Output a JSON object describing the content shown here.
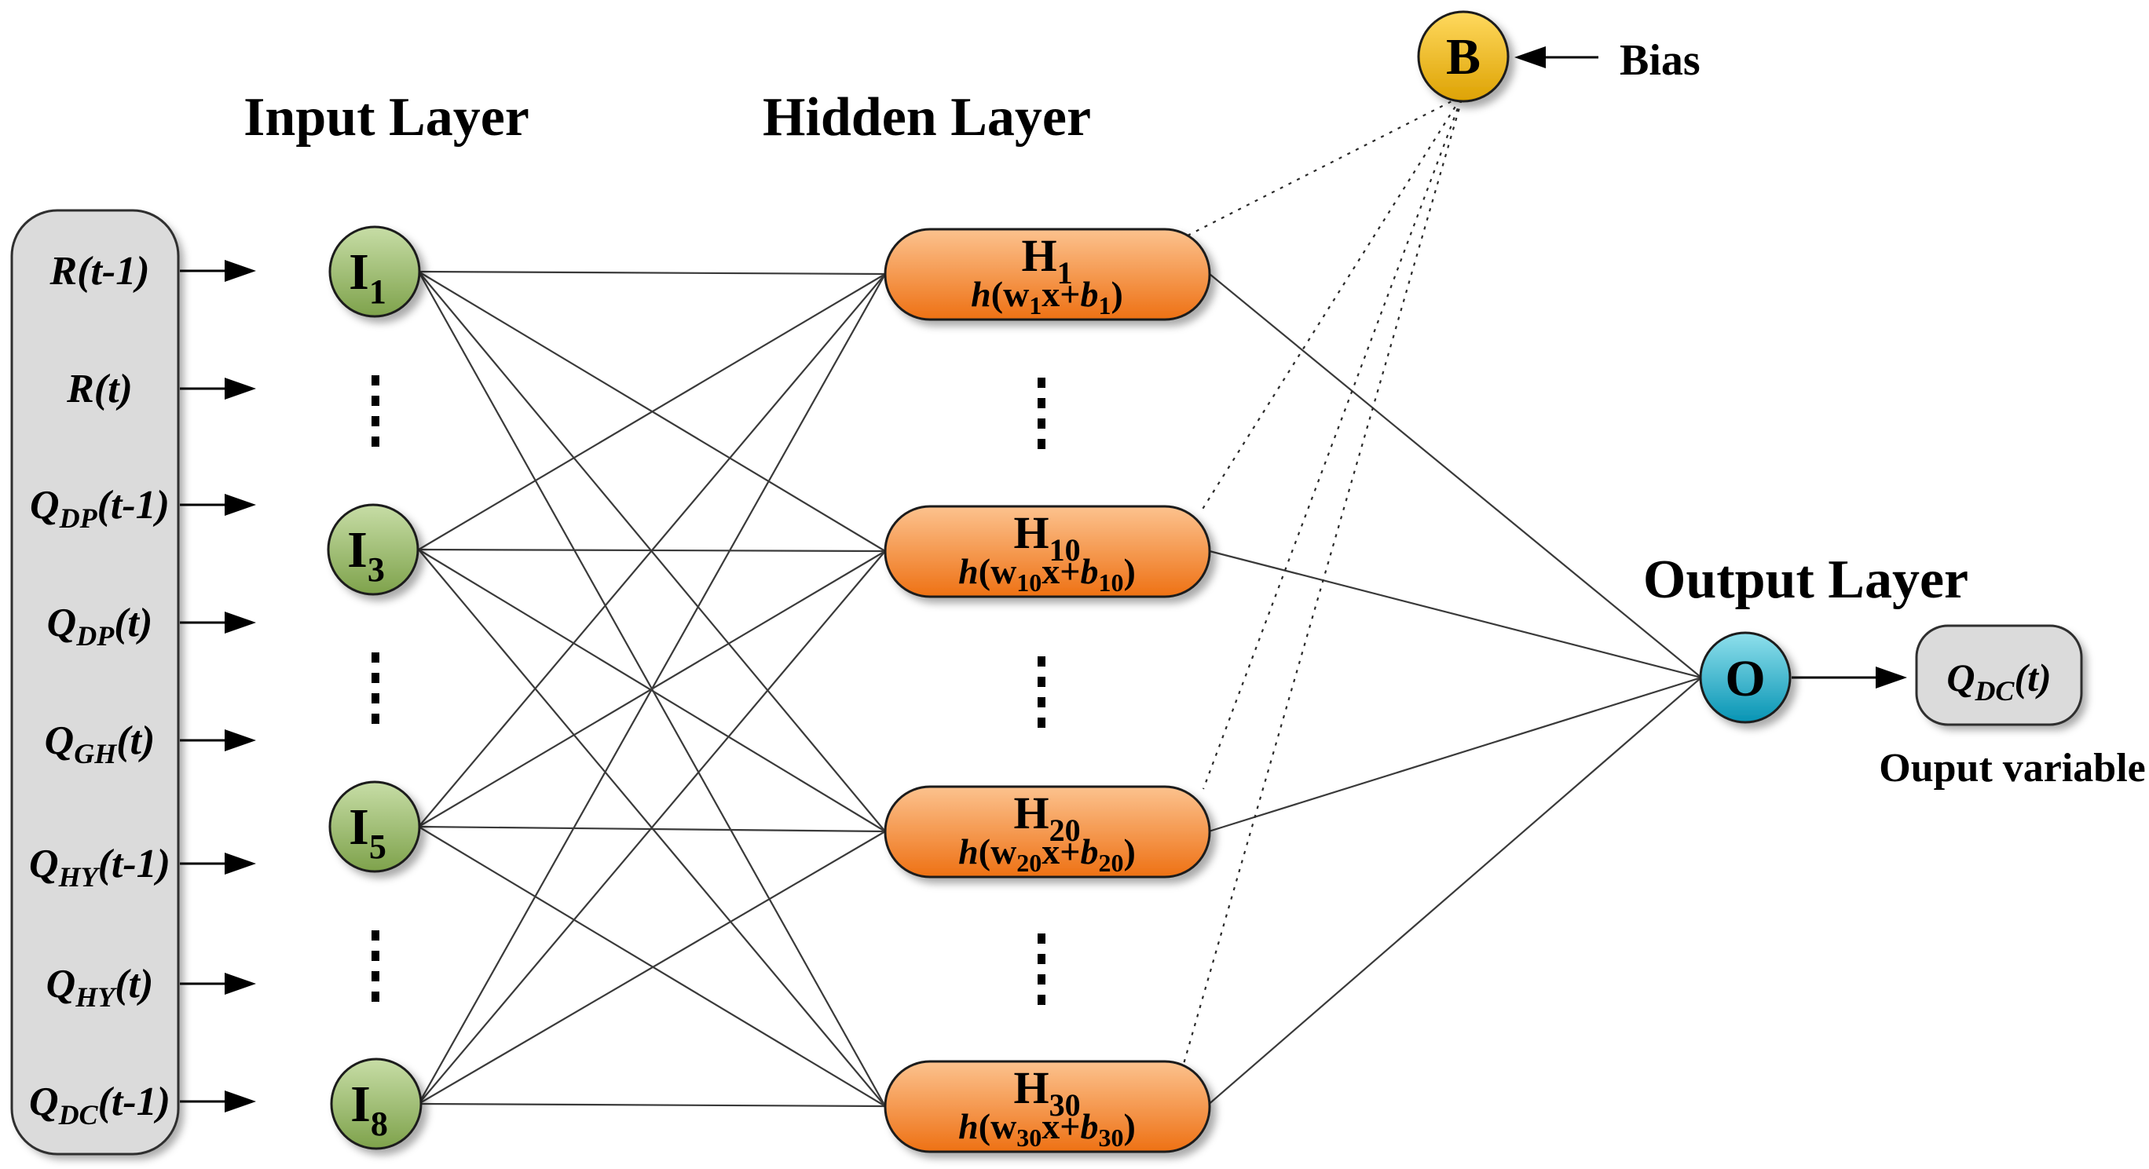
{
  "titles": {
    "input_layer": "Input Layer",
    "hidden_layer": "Hidden Layer",
    "output_layer": "Output Layer"
  },
  "input_box": {
    "variables": [
      {
        "pre": "R",
        "sub": "",
        "post": "(t-1)"
      },
      {
        "pre": "R",
        "sub": "",
        "post": "(t)"
      },
      {
        "pre": "Q",
        "sub": "DP",
        "post": "(t-1)"
      },
      {
        "pre": "Q",
        "sub": "DP",
        "post": "(t)"
      },
      {
        "pre": "Q",
        "sub": "GH",
        "post": "(t)"
      },
      {
        "pre": "Q",
        "sub": "HY",
        "post": "(t-1)"
      },
      {
        "pre": "Q",
        "sub": "HY",
        "post": "(t)"
      },
      {
        "pre": "Q",
        "sub": "DC",
        "post": "(t-1)"
      }
    ]
  },
  "input_layer": {
    "nodes": [
      {
        "letter": "I",
        "sub": "1"
      },
      {
        "letter": "I",
        "sub": "3"
      },
      {
        "letter": "I",
        "sub": "5"
      },
      {
        "letter": "I",
        "sub": "8"
      }
    ]
  },
  "hidden_layer": {
    "formula": {
      "h": "h",
      "open": "(w",
      "mid": "x+",
      "b": "b",
      "close": ")"
    },
    "nodes": [
      {
        "letter": "H",
        "sub": "1"
      },
      {
        "letter": "H",
        "sub": "10"
      },
      {
        "letter": "H",
        "sub": "20"
      },
      {
        "letter": "H",
        "sub": "30"
      }
    ]
  },
  "bias": {
    "node_label": "B",
    "caption": "Bias"
  },
  "output": {
    "node_label": "O",
    "box": {
      "pre": "Q",
      "sub": "DC",
      "post": "(t)"
    },
    "caption": "Ouput variable"
  },
  "colors": {
    "input_node_top": "#c7dda6",
    "input_node_bottom": "#7ea24b",
    "hidden_node_top": "#fcc28e",
    "hidden_node_bottom": "#ee7114",
    "bias_node_top": "#ffd95e",
    "bias_node_bottom": "#dda203",
    "output_node_top": "#8fe0ec",
    "output_node_bottom": "#0794b4",
    "box_fill": "#dbdbdb",
    "box_stroke": "#2f2f2f",
    "node_stroke": "#1f1f1f",
    "connection_line": "#3a3a3a",
    "bias_line": "#2a2a2a",
    "arrow": "#000000",
    "text": "#000000"
  }
}
